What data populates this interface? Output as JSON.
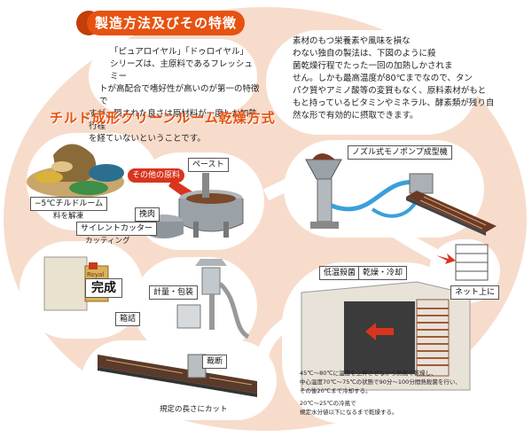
{
  "header": {
    "title": "製造方法及びその特徴"
  },
  "intro": {
    "lines": [
      "「ピュアロイヤル」「ドゥロイヤル」",
      "シリーズは、主原料であるフレッシュミー",
      "トが高配合で嗜好性が高いのが第一の特徴で",
      "すが、隠された良さは原材料が一度しか加熱行程",
      "を経ていないということです。"
    ]
  },
  "right_text": {
    "lines": [
      "素材のもつ栄養素や風味を損な",
      "わない独自の製法は、下図のように殺",
      "菌乾燥行程でたった一回の加熱しかされま",
      "せん。しかも最高温度が80℃までなので、タン",
      "パク質やアミノ酸等の変質もなく、原料素材がもと",
      "もと持っているビタミンやミネラル、酵素類が残り自",
      "然な形で有効的に摂取できます。"
    ]
  },
  "section_heading": "チルド成形クリーンルーム乾燥方式",
  "labels": {
    "chilled_room": "−5℃チルドルーム",
    "thaw": "料を解凍",
    "silent_cutter": "サイレントカッター",
    "cutting": "カッティング",
    "ground_meat": "挽肉",
    "other_ingredients": "その他の原料",
    "paste": "ペースト",
    "nozzle_pump": "ノズル式モノポンプ成型機",
    "net": "ネット上に",
    "low_temp": "低温殺菌",
    "dry_cool": "乾燥・冷却",
    "weigh_pack": "計量・包装",
    "complete": "完成",
    "boxing": "箱詰",
    "cutting2": "裁断",
    "cut_length": "規定の長さにカット",
    "pkg_brand": "Royal"
  },
  "notes": [
    "45℃〜80℃に温度を上昇させながら熱風で乾燥し、",
    "中心温度70℃〜75℃の状態で90分〜100分間熱殺菌を行い、",
    "その後20℃まで冷却する。",
    "",
    "20℃〜25℃の冷風で",
    "規定水分値以下になるまで乾燥する。"
  ],
  "colors": {
    "accent": "#e65212",
    "oval": "#f7dccb",
    "arrow": "#d9341e"
  }
}
